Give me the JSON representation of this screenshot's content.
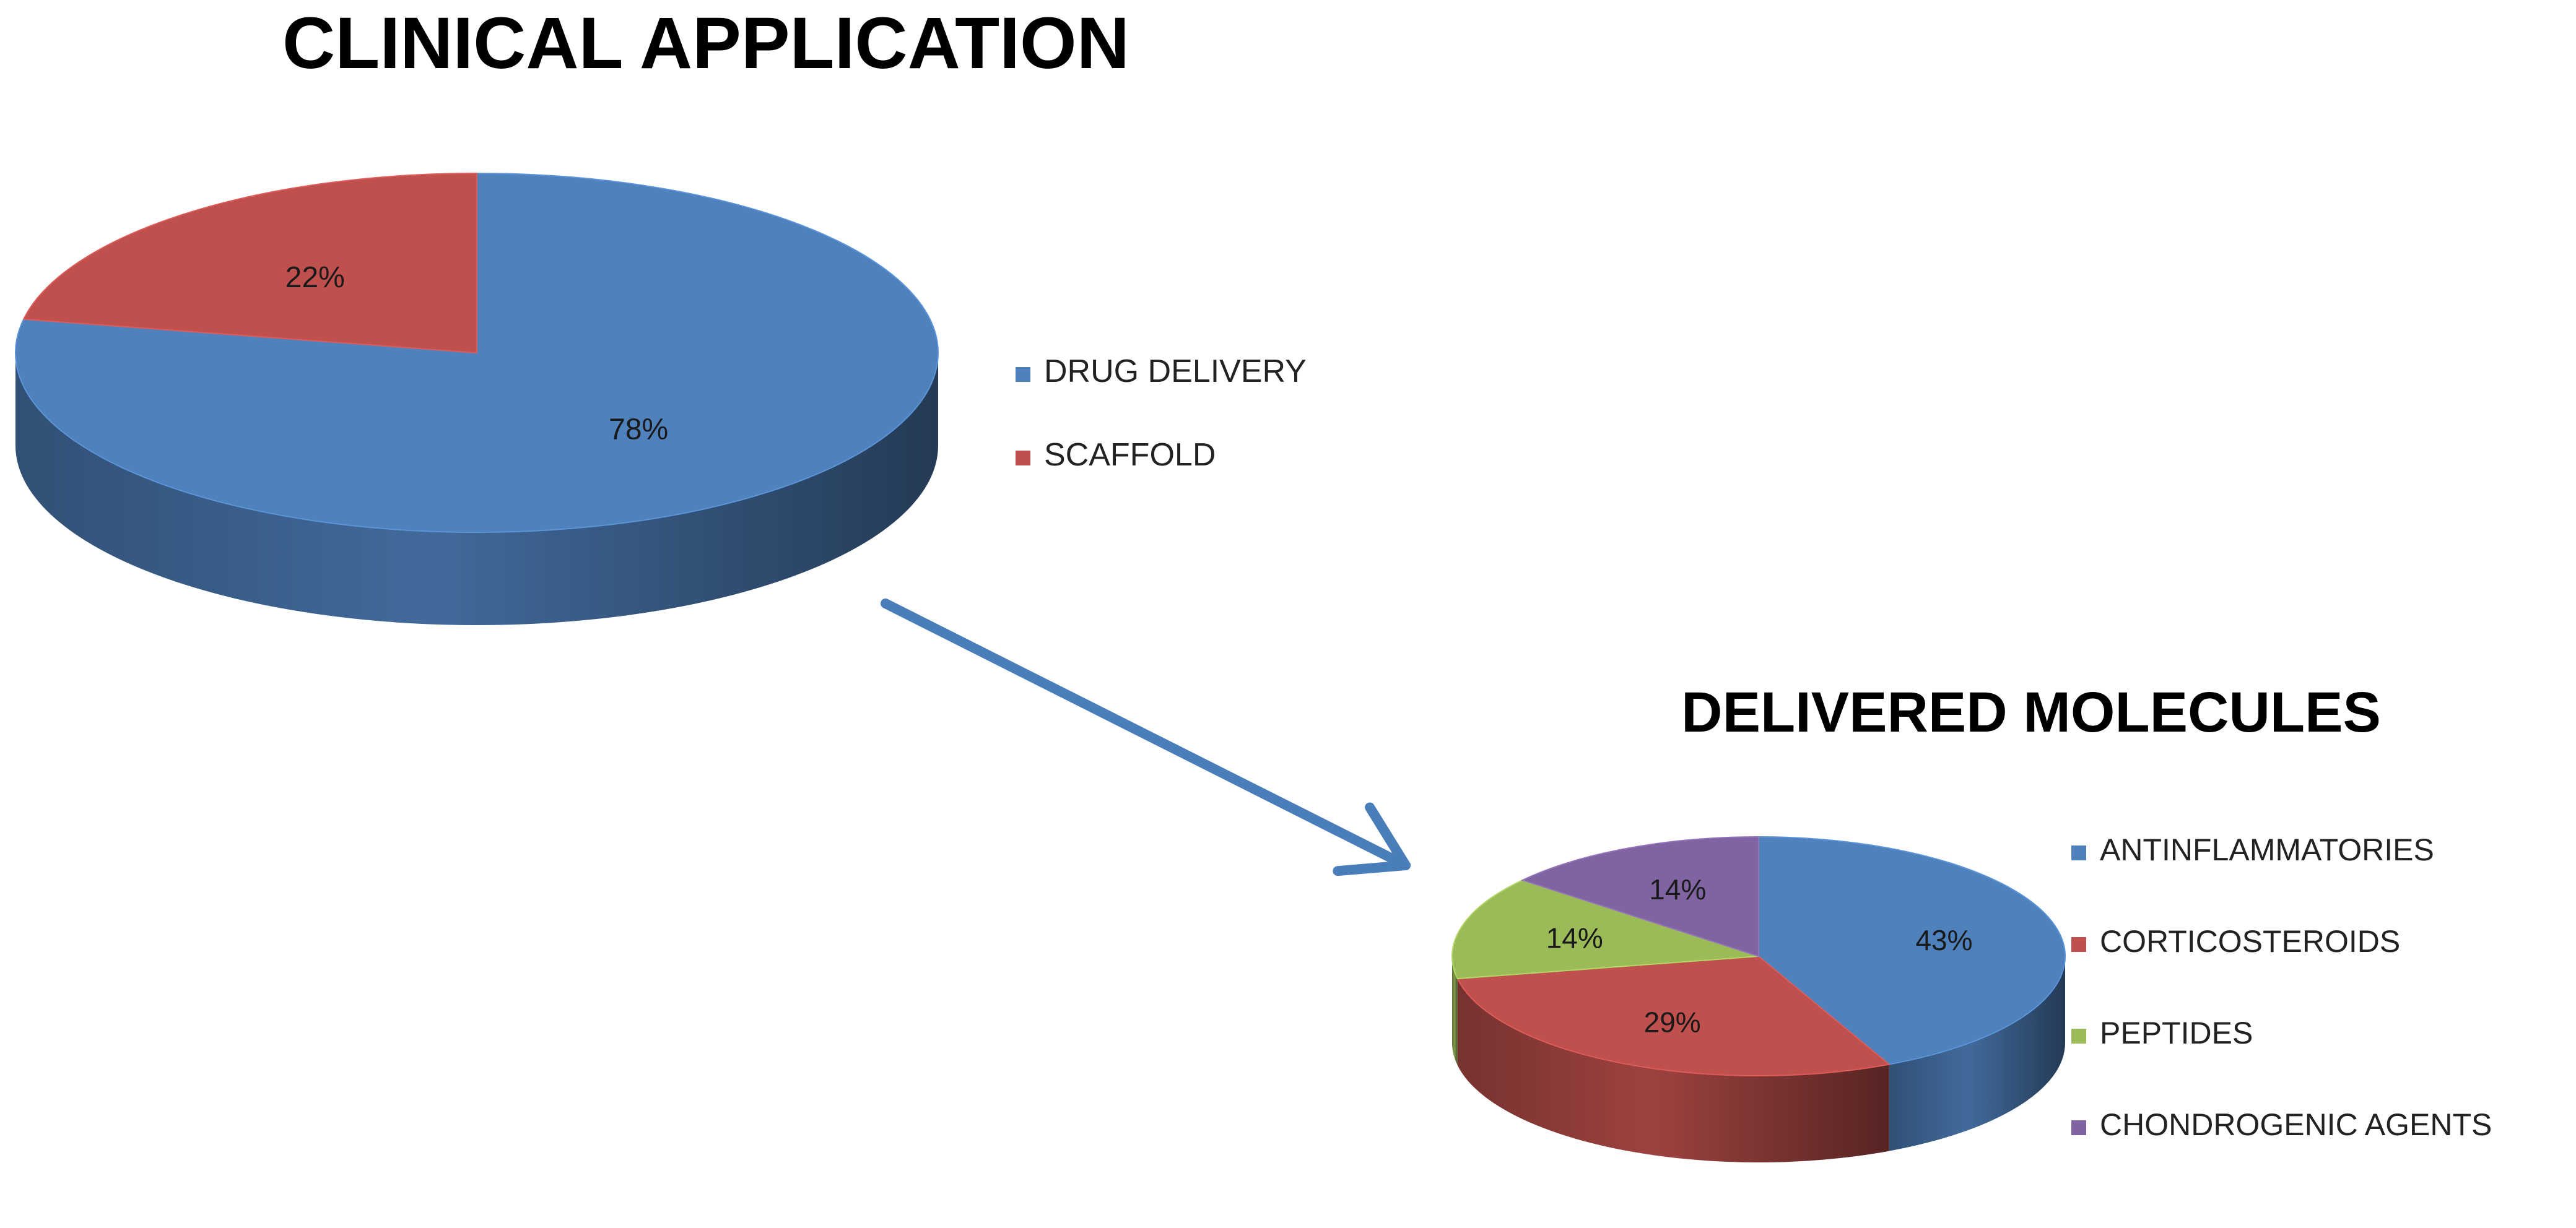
{
  "colors": {
    "blue": "#4F81BD",
    "red": "#C0504D",
    "green": "#9BBB59",
    "purple": "#8064A2",
    "arrow": "#4A7EBB"
  },
  "chart_data": [
    {
      "type": "pie",
      "style": "3d",
      "title": "CLINICAL APPLICATION",
      "legend_position": "right",
      "start_angle_deg": 0,
      "slices": [
        {
          "label": "DRUG DELIVERY",
          "value": 78,
          "value_label": "78%",
          "color": "#4F81BD"
        },
        {
          "label": "SCAFFOLD",
          "value": 22,
          "value_label": "22%",
          "color": "#C0504D"
        }
      ]
    },
    {
      "type": "pie",
      "style": "3d",
      "title": "DELIVERED MOLECULES",
      "legend_position": "right",
      "start_angle_deg": 0,
      "slices": [
        {
          "label": "ANTINFLAMMATORIES",
          "value": 43,
          "value_label": "43%",
          "color": "#4F81BD"
        },
        {
          "label": "CORTICOSTEROIDS",
          "value": 29,
          "value_label": "29%",
          "color": "#C0504D"
        },
        {
          "label": "PEPTIDES",
          "value": 14,
          "value_label": "14%",
          "color": "#9BBB59"
        },
        {
          "label": "CHONDROGENIC AGENTS",
          "value": 14,
          "value_label": "14%",
          "color": "#8064A2"
        }
      ]
    }
  ]
}
